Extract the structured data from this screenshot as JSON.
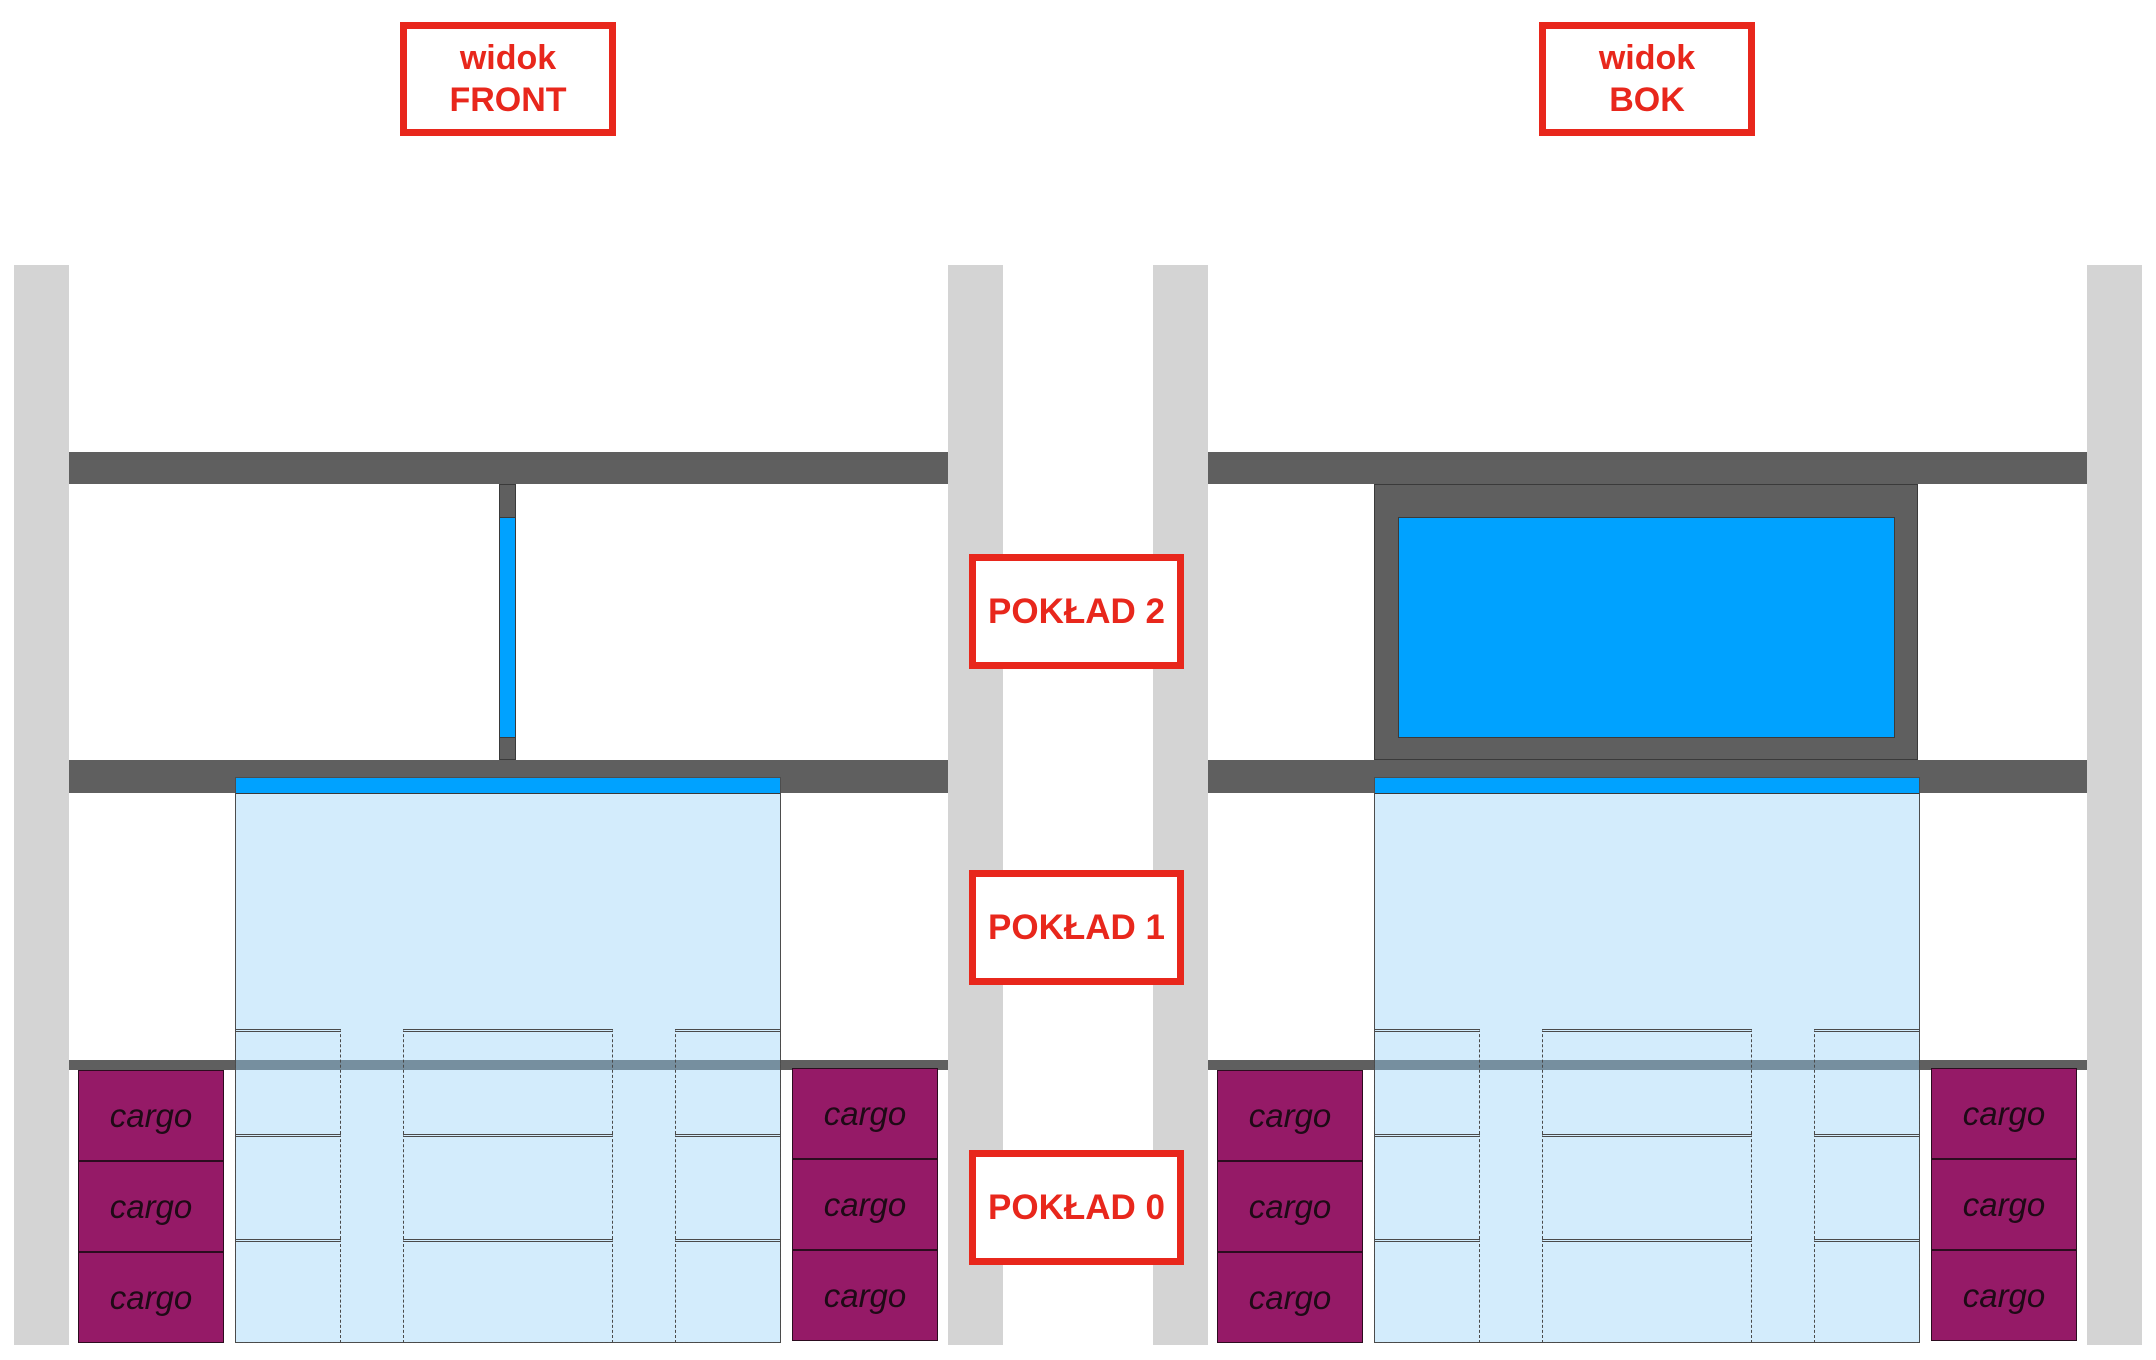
{
  "views": {
    "front": {
      "title": [
        "widok",
        "FRONT"
      ],
      "cargo_left": [
        "cargo",
        "cargo",
        "cargo"
      ],
      "cargo_right": [
        "cargo",
        "cargo",
        "cargo"
      ]
    },
    "side": {
      "title": [
        "widok",
        "BOK"
      ],
      "cargo_left": [
        "cargo",
        "cargo",
        "cargo"
      ],
      "cargo_right": [
        "cargo",
        "cargo",
        "cargo"
      ]
    }
  },
  "decks": [
    {
      "label": "POKŁAD 2"
    },
    {
      "label": "POKŁAD 1"
    },
    {
      "label": "POKŁAD 0"
    }
  ],
  "colors": {
    "label_red": "#e8271c",
    "tank_blue": "#00a2ff",
    "tank_light_blue": "#d3ecfb",
    "beam_gray": "#5f5f5f",
    "column_gray": "#d4d4d4",
    "cargo_purple": "#951a67"
  }
}
